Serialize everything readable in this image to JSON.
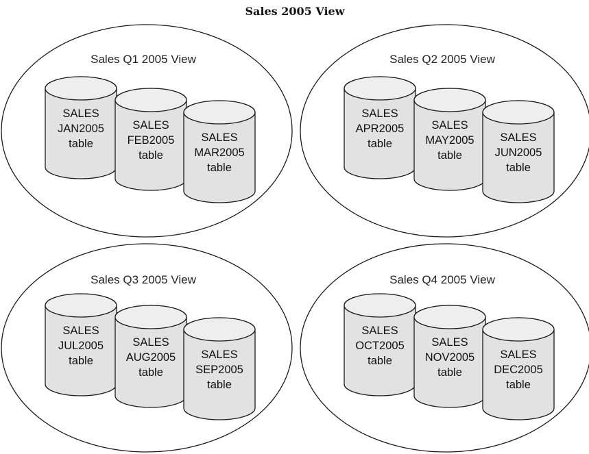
{
  "title": "Sales 2005 View",
  "views": [
    {
      "label": "Sales Q1 2005 View",
      "tables": [
        {
          "lines": [
            "SALES",
            "JAN2005",
            "table"
          ]
        },
        {
          "lines": [
            "SALES",
            "FEB2005",
            "table"
          ]
        },
        {
          "lines": [
            "SALES",
            "MAR2005",
            "table"
          ]
        }
      ]
    },
    {
      "label": "Sales Q2 2005 View",
      "tables": [
        {
          "lines": [
            "SALES",
            "APR2005",
            "table"
          ]
        },
        {
          "lines": [
            "SALES",
            "MAY2005",
            "table"
          ]
        },
        {
          "lines": [
            "SALES",
            "JUN2005",
            "table"
          ]
        }
      ]
    },
    {
      "label": "Sales Q3 2005 View",
      "tables": [
        {
          "lines": [
            "SALES",
            "JUL2005",
            "table"
          ]
        },
        {
          "lines": [
            "SALES",
            "AUG2005",
            "table"
          ]
        },
        {
          "lines": [
            "SALES",
            "SEP2005",
            "table"
          ]
        }
      ]
    },
    {
      "label": "Sales Q4 2005 View",
      "tables": [
        {
          "lines": [
            "SALES",
            "OCT2005",
            "table"
          ]
        },
        {
          "lines": [
            "SALES",
            "NOV2005",
            "table"
          ]
        },
        {
          "lines": [
            "SALES",
            "DEC2005",
            "table"
          ]
        }
      ]
    }
  ]
}
